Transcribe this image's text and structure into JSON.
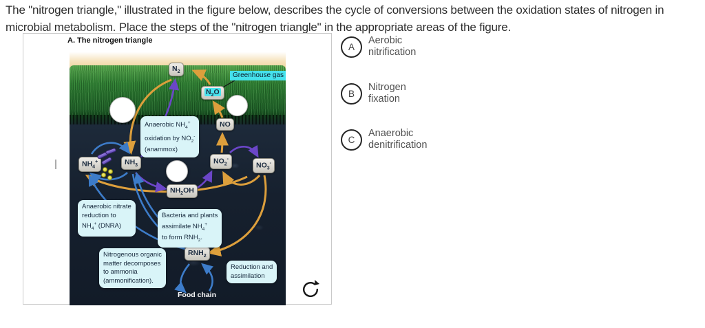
{
  "question": "The \"nitrogen triangle,\" illustrated in the figure below, describes the cycle of conversions between the oxidation states of nitrogen in microbial metabolism. Place the steps of the \"nitrogen triangle\" in the appropriate areas of the figure.",
  "figure": {
    "title": "A. The nitrogen triangle",
    "greenhouse_label": "Greenhouse gas",
    "food_chain_label": "Food chain",
    "nodes": {
      "n2": "N_2_",
      "n2o": "N_2_O",
      "no": "NO",
      "no2": "NO_2_^-^",
      "no3": "NO_3_^-^",
      "nh4": "NH_4_^+^",
      "nh3": "NH_3_",
      "nh2oh": "NH_2_OH",
      "rnh2": "RNH_2_"
    },
    "notes": {
      "anammox": "Anaerobic NH_4_^+^\noxidation by NO_2_^-^\n(anammox)",
      "dnra": "Anaerobic nitrate\nreduction to\nNH_4_^+^ (DNRA)",
      "assimilate": "Bacteria and plants\nassimilate NH_4_^+^\nto form RNH_2_.",
      "ammonification": "Nitrogenous organic\nmatter decomposes\nto ammonia\n(ammonification).",
      "reduction": "Reduction and\nassimilation"
    },
    "colors": {
      "arrow_orange": "#dd9f3c",
      "arrow_purple": "#6b46c8",
      "arrow_blue": "#3d7cc9",
      "greenhouse_cyan": "#45e2ec",
      "note_background": "#d9f4f8",
      "grass_green": "#2e7d32",
      "soil_navy": "#16202e"
    }
  },
  "options": [
    {
      "letter": "A",
      "label": "Aerobic\nnitrification"
    },
    {
      "letter": "B",
      "label": "Nitrogen\nfixation"
    },
    {
      "letter": "C",
      "label": "Anaerobic\ndenitrification"
    }
  ]
}
